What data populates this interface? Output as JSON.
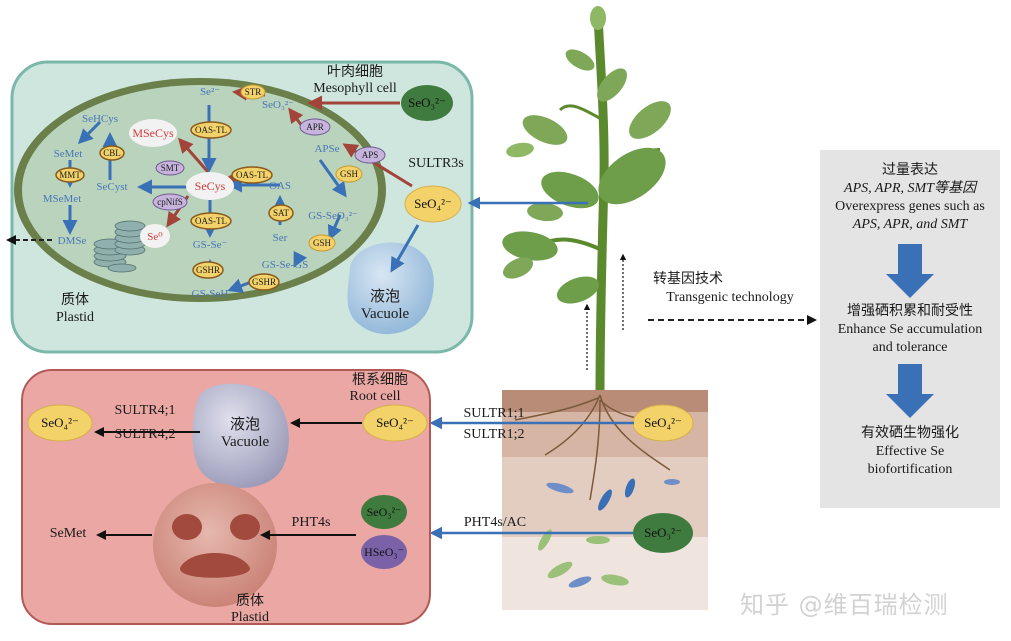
{
  "mesophyll": {
    "title_cn": "叶肉细胞",
    "title_en": "Mesophyll cell",
    "plastid_cn": "质体",
    "plastid_en": "Plastid",
    "vacuole_cn": "液泡",
    "vacuole_en": "Vacuole",
    "selenite": "SeO₃²⁻",
    "selenate": "SeO₄²⁻",
    "transporter": "SULTR3s",
    "metabolites": {
      "se2": "Se²⁻",
      "seo3": "SeO₃²⁻",
      "apse": "APSe",
      "gs_seo3": "GS-SeO₃²⁻",
      "gs_se_gs": "GS-Se-GS",
      "gs_seh": "GS-SeH",
      "gs_se": "GS-Se⁻",
      "se0": "Se⁰",
      "secys": "SeCys",
      "msecys": "MSeCys",
      "sehcys": "SeHCys",
      "semet": "SeMet",
      "msemet": "MSeMet",
      "dmse": "DMSe",
      "secyst": "SeCyst",
      "oas": "OAS",
      "ser": "Ser"
    },
    "enzymes": {
      "str": "STR",
      "apr": "APR",
      "aps": "APS",
      "gsh1": "GSH",
      "gsh2": "GSH",
      "gshr1": "GSHR",
      "gshr2": "GSHR",
      "oastl1": "OAS-TL",
      "oastl2": "OAS-TL",
      "oastl3": "OAS-TL",
      "sat": "SAT",
      "smt": "SMT",
      "cpnifs": "cpNifS",
      "cbl": "CBL",
      "mmt": "MMT"
    }
  },
  "root": {
    "title_cn": "根系细胞",
    "title_en": "Root cell",
    "plastid_cn": "质体",
    "plastid_en": "Plastid",
    "vacuole_cn": "液泡",
    "vacuole_en": "Vacuole",
    "seo4_in": "SeO₄²⁻",
    "seo4_out": "SeO₄²⁻",
    "sultr4_1": "SULTR4;1",
    "sultr4_2": "SULTR4;2",
    "seo3": "SeO₃²⁻",
    "hseo3": "HSeO₃⁻",
    "pht4s": "PHT4s",
    "semet": "SeMet"
  },
  "soil": {
    "seo4": "SeO₄²⁻",
    "seo3": "SeO₃²⁻",
    "sultr1_1": "SULTR1;1",
    "sultr1_2": "SULTR1;2",
    "pht4s_ac": "PHT4s/AC"
  },
  "transgenic": {
    "label_cn": "转基因技术",
    "label_en": "Transgenic technology"
  },
  "panel": {
    "step1_cn": "过量表达",
    "step1_genes": "APS, APR, SMT等基因",
    "step1_en_a": "Overexpress genes such as",
    "step1_en_b": "APS, APR, and SMT",
    "step2_cn": "增强硒积累和耐受性",
    "step2_en_a": "Enhance Se accumulation",
    "step2_en_b": "and tolerance",
    "step3_cn": "有效硒生物强化",
    "step3_en_a": "Effective Se",
    "step3_en_b": "biofortification"
  },
  "watermark": "知乎 @维百瑞检测",
  "colors": {
    "mesophyll_bg": "#cfe6df",
    "mesophyll_border": "#7bb8a9",
    "plastid_fill": "#b9d3bd",
    "plastid_ring": "#6a7f4a",
    "root_bg": "#eaa7a3",
    "root_border": "#b05a55",
    "arrow_blue": "#3a70b5",
    "arrow_red": "#a2443a",
    "selenate_yellow": "#f3d26a",
    "selenite_green": "#3f7a3e",
    "hseo3_purple": "#7b62a8",
    "panel_gray": "#e4e4e4",
    "metabolite_text": "#4a77b8",
    "secys_red": "#d23a3a"
  }
}
